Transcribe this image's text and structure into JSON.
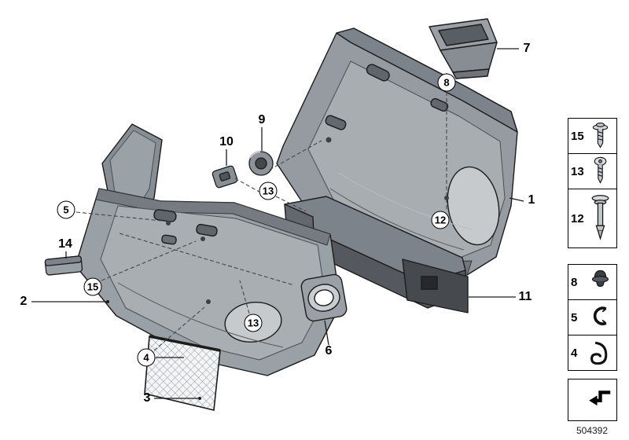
{
  "diagram": {
    "id": "504392"
  },
  "callouts": {
    "n1": "1",
    "n2": "2",
    "n3": "3",
    "n4": "4",
    "n5": "5",
    "n6": "6",
    "n7": "7",
    "n8": "8",
    "n9": "9",
    "n10": "10",
    "n11": "11",
    "n12": "12",
    "n13a": "13",
    "n13b": "13",
    "n14": "14",
    "n15": "15"
  },
  "legend": [
    {
      "num": "15",
      "icon": "screw-with-washer"
    },
    {
      "num": "13",
      "icon": "pan-head-screw"
    },
    {
      "num": "12",
      "icon": "expansion-rivet"
    },
    {
      "num": "8",
      "icon": "blind-plug"
    },
    {
      "num": "5",
      "icon": "spring-nut-clip"
    },
    {
      "num": "4",
      "icon": "retaining-clip"
    },
    {
      "num": "",
      "icon": "direction-arrow"
    }
  ],
  "colors": {
    "background": "#ffffff",
    "outline": "#1c1c1c",
    "panel": "#959ba1",
    "panel_dark": "#6e747a",
    "panel_light": "#c6cacd"
  }
}
